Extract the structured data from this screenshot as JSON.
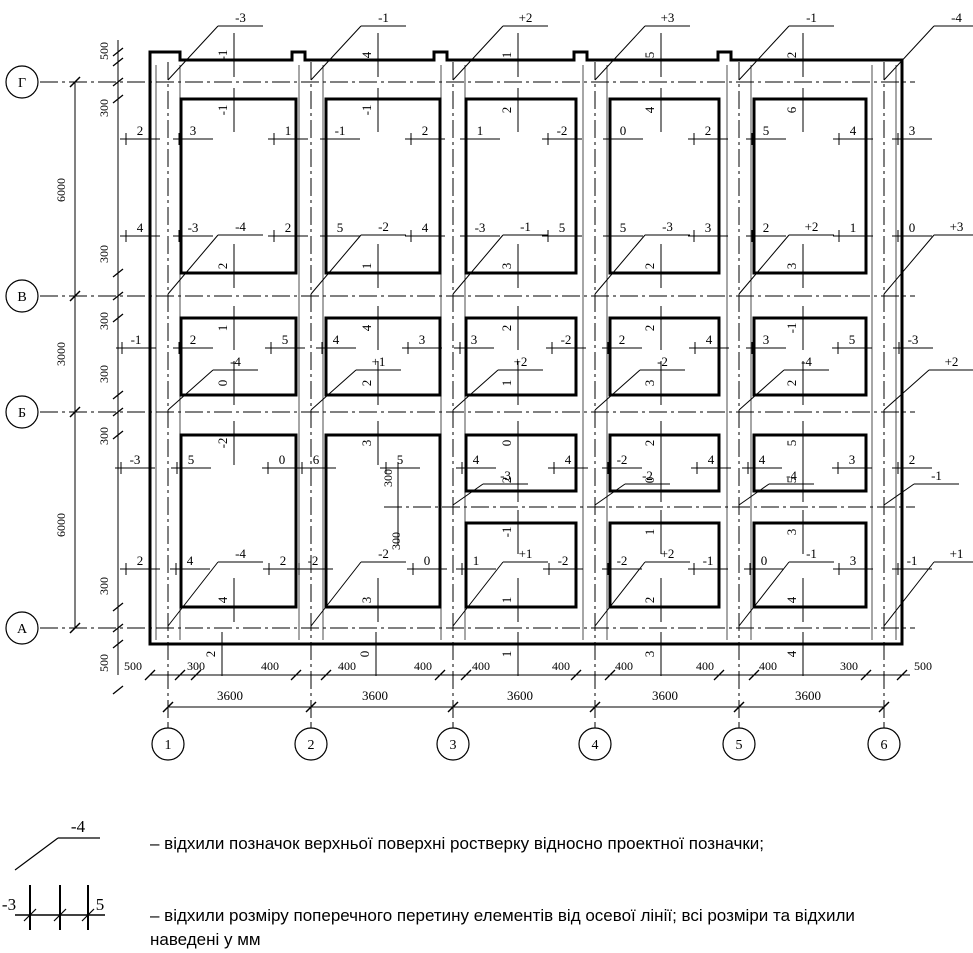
{
  "rows": [
    {
      "label": "Г"
    },
    {
      "label": "В"
    },
    {
      "label": "Б"
    },
    {
      "label": "А"
    }
  ],
  "columns": [
    "1",
    "2",
    "3",
    "4",
    "5",
    "6"
  ],
  "dims_bottom_spans": [
    "3600",
    "3600",
    "3600",
    "3600",
    "3600"
  ],
  "dims_bottom_small": [
    "500",
    "300",
    "400",
    "400",
    "400",
    "400",
    "400",
    "400",
    "400",
    "400",
    "300",
    "500"
  ],
  "dims_left_axes": [
    "6000",
    "3000",
    "6000"
  ],
  "dims_left_small": [
    "500",
    "300",
    "300",
    "300",
    "300",
    "300",
    "300",
    "300",
    "500"
  ],
  "dims_middle_small": [
    "300",
    "300"
  ],
  "elevation_marks": {
    "top": [
      "-3",
      "-1",
      "+2",
      "+3",
      "-1",
      "-4"
    ],
    "row1": [
      "-4",
      "-2",
      "-1",
      "-3",
      "+2",
      "+3"
    ],
    "row2": [
      "-4",
      "+1",
      "+2",
      "-2",
      "-4",
      "+2"
    ],
    "row3": [
      "-3",
      "-2",
      "-4",
      "-1"
    ],
    "row4": [
      "-4",
      "-2",
      "+1",
      "+2",
      "-1",
      "+1"
    ]
  },
  "deviations": {
    "band_top_v": [
      "-1",
      "4",
      "1",
      "5",
      "2"
    ],
    "band_top_v2": [
      "-1",
      "-1",
      "2",
      "4",
      "6"
    ],
    "row1_h": [
      "2",
      "3",
      "1",
      "-1",
      "2",
      "1",
      "-2",
      "0",
      "2",
      "5",
      "4",
      "3"
    ],
    "row1b_h": [
      "4",
      "-3",
      "2",
      "5",
      "4",
      "-3",
      "5",
      "5",
      "3",
      "2",
      "1",
      "0"
    ],
    "mid1_v": [
      "2",
      "1",
      "3",
      "2",
      "3"
    ],
    "mid2_v": [
      "1",
      "4",
      "2",
      "2",
      "-1"
    ],
    "row2_h": [
      "-1",
      "2",
      "5",
      "4",
      "3",
      "3",
      "-2",
      "2",
      "4",
      "3",
      "5",
      "-3"
    ],
    "mid3_v": [
      "0",
      "2",
      "1",
      "3",
      "2"
    ],
    "mid4_v": [
      "-2",
      "3",
      "0",
      "2",
      "5"
    ],
    "row3_h": [
      "-3",
      "5",
      "0",
      "6",
      "5",
      "4",
      "4",
      "-2",
      "4",
      "4",
      "3",
      "2"
    ],
    "mid5_v": [
      "2",
      "0",
      "5"
    ],
    "mid6_v": [
      "-1",
      "1",
      "3"
    ],
    "row4_h": [
      "2",
      "4",
      "2",
      "-2",
      "0",
      "1",
      "-2",
      "-2",
      "-1",
      "0",
      "3",
      "-1"
    ],
    "bot_v": [
      "4",
      "3",
      "1",
      "2",
      "4"
    ],
    "bot2_v": [
      "2",
      "0",
      "1",
      "3",
      "4"
    ]
  },
  "legend": {
    "elevation_sample": "-4",
    "elevation_text": "– відхили позначок верхньої поверхні ростверку відносно проектної позначки;",
    "width_left": "-3",
    "width_right": "5",
    "width_text_1": "– відхили розміру поперечного перетину елементів від осевої лінії; всі розміри та відхили",
    "width_text_2": "наведені у мм"
  }
}
